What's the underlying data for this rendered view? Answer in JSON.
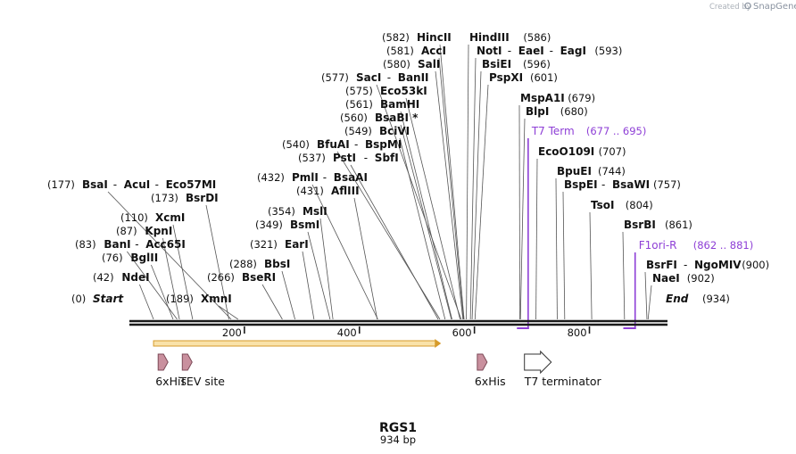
{
  "credit": {
    "created_by": "Created by",
    "brand": "SnapGene"
  },
  "construct": {
    "name": "RGS1",
    "size": "934 bp"
  },
  "ruler": [
    {
      "label": "200",
      "pos": 200
    },
    {
      "label": "400",
      "pos": 400
    },
    {
      "label": "600",
      "pos": 600
    },
    {
      "label": "800",
      "pos": 800
    }
  ],
  "ends": {
    "start_pos": "(0)",
    "start": "Start",
    "end": "End",
    "end_pos": "(934)"
  },
  "sites": [
    {
      "pos": 42,
      "pos_label": "(42)",
      "names": [
        "NdeI"
      ]
    },
    {
      "pos": 76,
      "pos_label": "(76)",
      "names": [
        "BglII"
      ]
    },
    {
      "pos": 83,
      "pos_label": "(83)",
      "names": [
        "BanI",
        "Acc65I"
      ]
    },
    {
      "pos": 87,
      "pos_label": "(87)",
      "names": [
        "KpnI"
      ]
    },
    {
      "pos": 110,
      "pos_label": "(110)",
      "names": [
        "XcmI"
      ]
    },
    {
      "pos": 173,
      "pos_label": "(173)",
      "names": [
        "BsrDI"
      ]
    },
    {
      "pos": 177,
      "pos_label": "(177)",
      "names": [
        "BsaI",
        "AcuI",
        "Eco57MI"
      ]
    },
    {
      "pos": 189,
      "pos_label": "(189)",
      "names": [
        "XmnI"
      ]
    },
    {
      "pos": 266,
      "pos_label": "(266)",
      "names": [
        "BseRI"
      ]
    },
    {
      "pos": 288,
      "pos_label": "(288)",
      "names": [
        "BbsI"
      ]
    },
    {
      "pos": 321,
      "pos_label": "(321)",
      "names": [
        "EarI"
      ]
    },
    {
      "pos": 349,
      "pos_label": "(349)",
      "names": [
        "BsmI"
      ]
    },
    {
      "pos": 354,
      "pos_label": "(354)",
      "names": [
        "MslI"
      ]
    },
    {
      "pos": 431,
      "pos_label": "(431)",
      "names": [
        "AflIII"
      ]
    },
    {
      "pos": 432,
      "pos_label": "(432)",
      "names": [
        "PmlI",
        "BsaAI"
      ]
    },
    {
      "pos": 537,
      "pos_label": "(537)",
      "names": [
        "PstI",
        "SbfI"
      ]
    },
    {
      "pos": 540,
      "pos_label": "(540)",
      "names": [
        "BfuAI",
        "BspMI"
      ]
    },
    {
      "pos": 549,
      "pos_label": "(549)",
      "names": [
        "BciVI"
      ]
    },
    {
      "pos": 560,
      "pos_label": "(560)",
      "names": [
        "BsaBI *"
      ]
    },
    {
      "pos": 561,
      "pos_label": "(561)",
      "names": [
        "BamHI"
      ]
    },
    {
      "pos": 575,
      "pos_label": "(575)",
      "names": [
        "Eco53kI"
      ]
    },
    {
      "pos": 577,
      "pos_label": "(577)",
      "names": [
        "SacI",
        "BanII"
      ]
    },
    {
      "pos": 580,
      "pos_label": "(580)",
      "names": [
        "SalI"
      ]
    },
    {
      "pos": 581,
      "pos_label": "(581)",
      "names": [
        "AccI"
      ]
    },
    {
      "pos": 582,
      "pos_label": "(582)",
      "names": [
        "HincII"
      ]
    },
    {
      "pos": 586,
      "pos_label": "(586)",
      "names": [
        "HindIII"
      ]
    },
    {
      "pos": 593,
      "pos_label": "(593)",
      "names": [
        "NotI",
        "EaeI",
        "EagI"
      ]
    },
    {
      "pos": 596,
      "pos_label": "(596)",
      "names": [
        "BsiEI"
      ]
    },
    {
      "pos": 601,
      "pos_label": "(601)",
      "names": [
        "PspXI"
      ]
    },
    {
      "pos": 679,
      "pos_label": "(679)",
      "names": [
        "MspA1I"
      ]
    },
    {
      "pos": 680,
      "pos_label": "(680)",
      "names": [
        "BlpI"
      ]
    },
    {
      "pos": 707,
      "pos_label": "(707)",
      "names": [
        "EcoO109I"
      ]
    },
    {
      "pos": 744,
      "pos_label": "(744)",
      "names": [
        "BpuEI"
      ]
    },
    {
      "pos": 757,
      "pos_label": "(757)",
      "names": [
        "BspEI",
        "BsaWI"
      ]
    },
    {
      "pos": 804,
      "pos_label": "(804)",
      "names": [
        "TsoI"
      ]
    },
    {
      "pos": 861,
      "pos_label": "(861)",
      "names": [
        "BsrBI"
      ]
    },
    {
      "pos": 900,
      "pos_label": "(900)",
      "names": [
        "BsrFI",
        "NgoMIV"
      ]
    },
    {
      "pos": 902,
      "pos_label": "(902)",
      "names": [
        "NaeI"
      ]
    }
  ],
  "primers": [
    {
      "name": "T7 Term",
      "range": "(677 .. 695)",
      "start": 677,
      "end": 695
    },
    {
      "name": "F1ori-R",
      "range": "(862 .. 881)",
      "start": 862,
      "end": 881
    }
  ],
  "orf": {
    "start": 42,
    "end": 542
  },
  "features": [
    {
      "label": "6xHis",
      "type": "tag",
      "pos": 50
    },
    {
      "label": "TEV site",
      "type": "site",
      "pos": 92
    },
    {
      "label": "6xHis",
      "type": "tag",
      "pos": 605
    },
    {
      "label": "T7 terminator",
      "type": "terminator",
      "pos": 687
    }
  ],
  "colors": {
    "backbone": "#1a1a1a",
    "primer": "#8e3fd6",
    "orf_fill": "#f9e2a9",
    "orf_edge": "#d69b2b",
    "feature_fill": "#c9909e",
    "feature_edge": "#7d4a58",
    "terminator_fill": "#ffffff"
  }
}
